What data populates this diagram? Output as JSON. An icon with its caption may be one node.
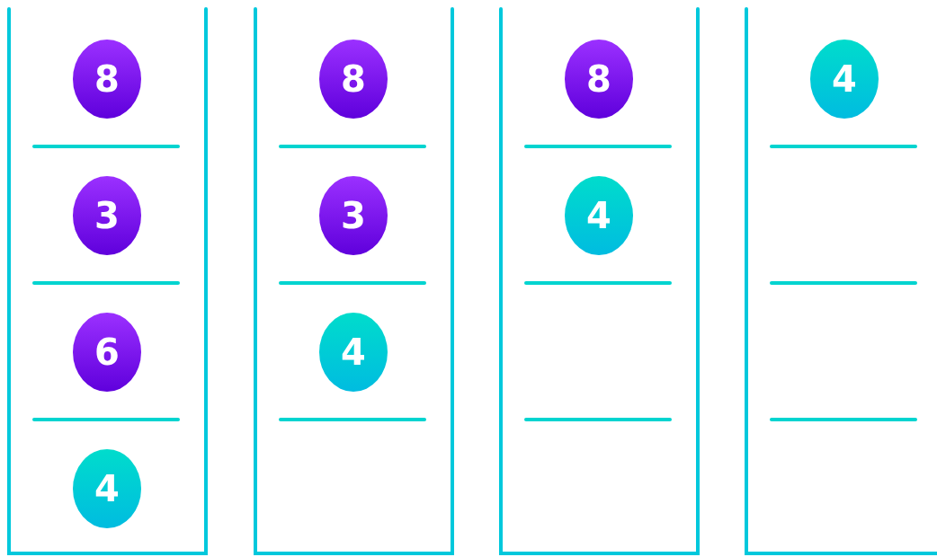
{
  "diagram": {
    "nodes": [
      {
        "text": [],
        "shape": "box"
      },
      {
        "text": [
          "8"
        ],
        "in": 0
      },
      {
        "text": [
          "3"
        ],
        "in": 0
      },
      {
        "text": [
          "6"
        ],
        "in": 0
      },
      {
        "text": [
          "4"
        ],
        "in": 0
      },
      {
        "text": [],
        "shape": "box"
      },
      {
        "text": [
          "8"
        ],
        "in": 5
      },
      {
        "text": [
          "3"
        ],
        "in": 5
      },
      {
        "text": [
          "4"
        ],
        "in": 5
      },
      {
        "text": [],
        "shape": "box"
      },
      {
        "text": [
          "8"
        ],
        "in": 9
      },
      {
        "text": [
          "4"
        ],
        "in": 9
      },
      {
        "text": [],
        "shape": "box"
      },
      {
        "text": [
          "4"
        ],
        "in": 12
      }
    ]
  }
}
